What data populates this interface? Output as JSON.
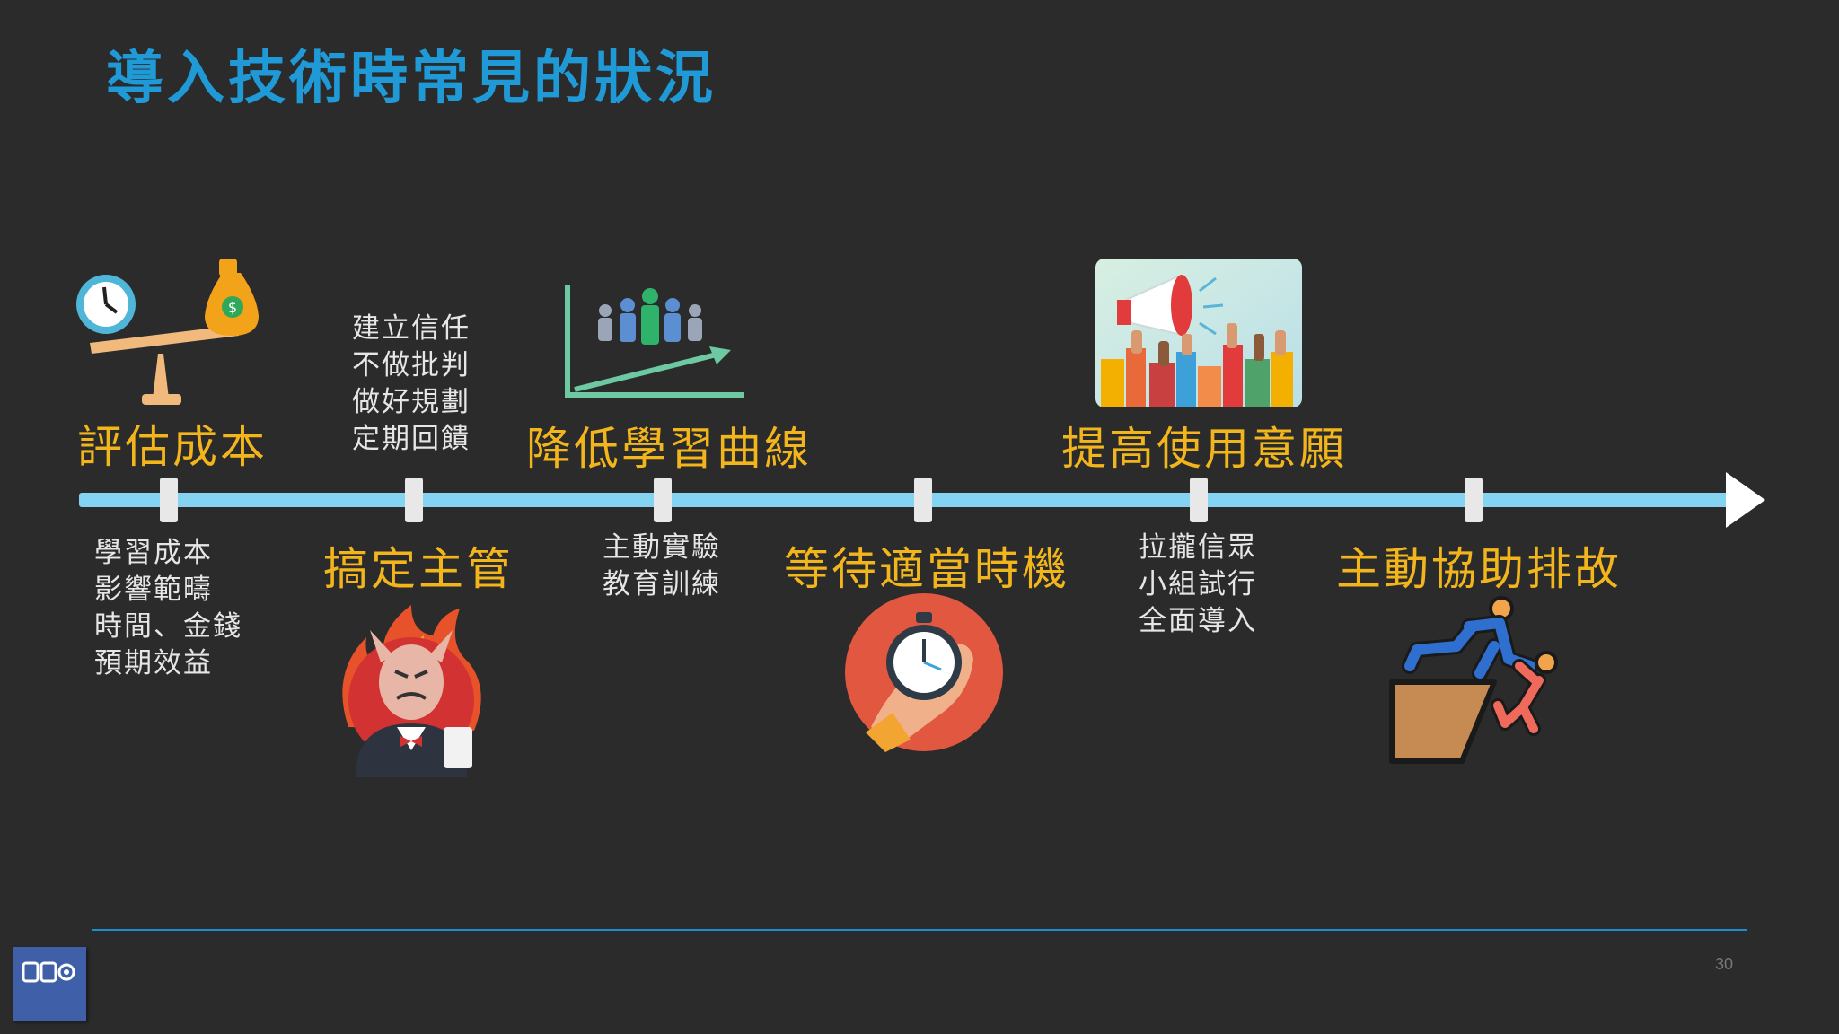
{
  "slide": {
    "title": "導入技術時常見的狀況",
    "page_number": "30"
  },
  "stages": {
    "evaluate_cost": "評估成本",
    "handle_manager": "搞定主管",
    "lower_curve": "降低學習曲線",
    "wait_timing": "等待適當時機",
    "raise_willingness": "提高使用意願",
    "assist_troubleshoot": "主動協助排故"
  },
  "notes": {
    "cost": [
      "學習成本",
      "影響範疇",
      "時間、金錢",
      "預期效益"
    ],
    "manager": [
      "建立信任",
      "不做批判",
      "做好規劃",
      "定期回饋"
    ],
    "curve": [
      "主動實驗",
      "教育訓練"
    ],
    "willingness": [
      "拉攏信眾",
      "小組試行",
      "全面導入"
    ]
  },
  "icons": {
    "cost": "clock-money-scale-icon",
    "manager": "angry-boss-icon",
    "curve": "growth-team-chart-icon",
    "timing": "stopwatch-hand-icon",
    "willingness": "megaphone-crowd-icon",
    "troubleshoot": "helping-climb-icon",
    "logo": "devops-logo-icon"
  },
  "colors": {
    "background": "#2b2b2c",
    "title": "#1f9ad6",
    "stage_text": "#f2b61c",
    "axis": "#85d3f2",
    "footer_line": "#1a8fd0"
  }
}
